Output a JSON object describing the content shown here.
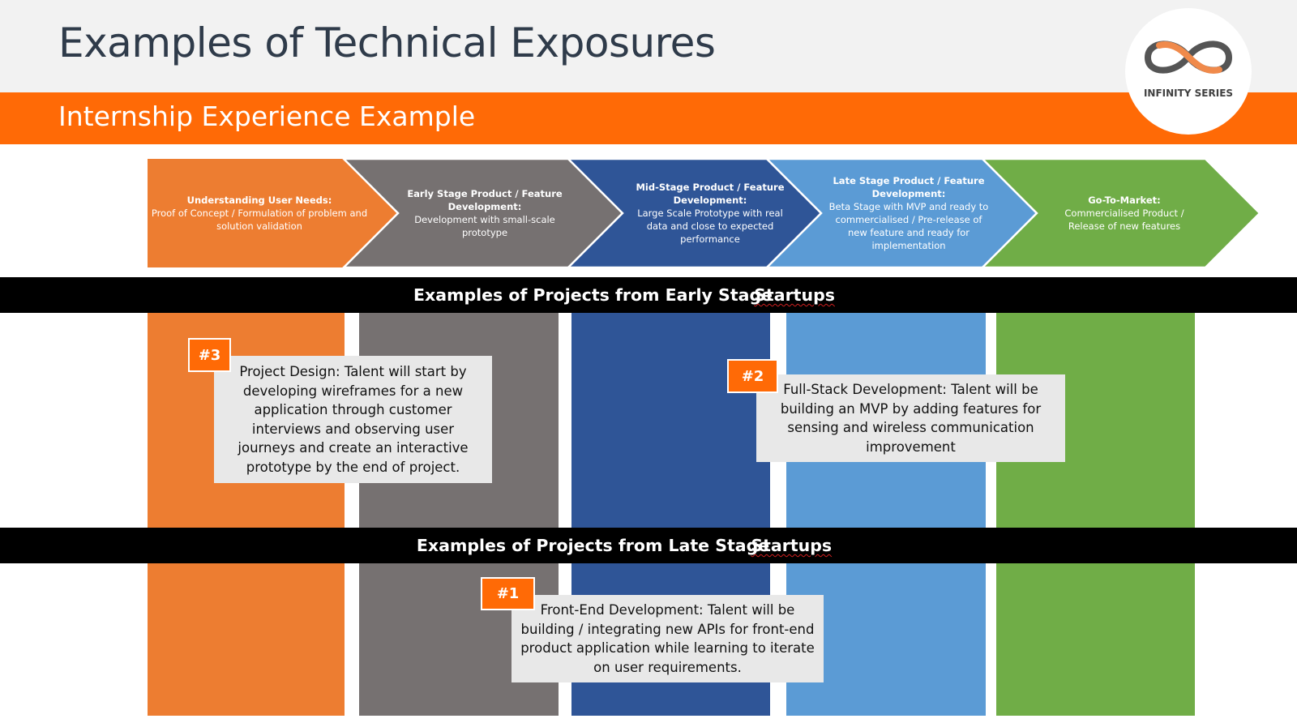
{
  "header": {
    "title": "Examples of Technical Exposures",
    "subtitle": "Internship Experience Example"
  },
  "logo": {
    "text": "INFINITY SERIES",
    "icon": "infinity-icon"
  },
  "colors": {
    "brand_orange": "#ff6a06",
    "stage1": "#ed7d31",
    "stage2": "#767171",
    "stage3": "#2f5597",
    "stage4": "#5b9bd5",
    "stage5": "#70ad47"
  },
  "stages": [
    {
      "heading": "Understanding User Needs:",
      "body": "Proof of Concept / Formulation of problem and solution validation"
    },
    {
      "heading": "Early Stage Product / Feature Development:",
      "body": "Development with small-scale prototype"
    },
    {
      "heading": "Mid-Stage Product / Feature Development:",
      "body": "Large Scale Prototype with real data and close to expected performance"
    },
    {
      "heading": "Late Stage Product / Feature Development:",
      "body": "Beta Stage with MVP and ready to commercialised / Pre-release of new feature and ready for implementation"
    },
    {
      "heading": "Go-To-Market:",
      "body": "Commercialised Product / Release of  new features"
    }
  ],
  "sections": {
    "early": {
      "prefix": "Examples of Projects from Early Stage ",
      "word": "Startups"
    },
    "late": {
      "prefix": "Examples of Projects from Late Stage ",
      "word": "Startups"
    }
  },
  "projects": [
    {
      "tag": "#3",
      "text": "Project Design: Talent will start by developing wireframes for a new application through customer interviews and observing user journeys and create an interactive prototype by the end of project."
    },
    {
      "tag": "#2",
      "text": "Full-Stack Development: Talent will be building an MVP by adding features for sensing and wireless communication improvement"
    },
    {
      "tag": "#1",
      "text": "Front-End Development: Talent will be building / integrating new APIs for front-end product application while learning to iterate on user requirements."
    }
  ]
}
